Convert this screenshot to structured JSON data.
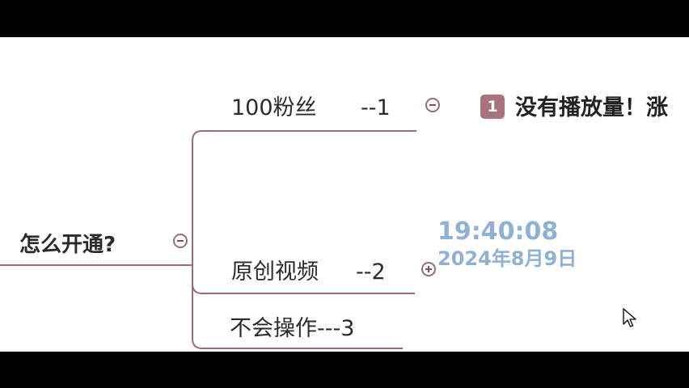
{
  "mindmap": {
    "root": {
      "label": "怎么开通?"
    },
    "branches": [
      {
        "label": "100粉丝",
        "suffix": "--1"
      },
      {
        "label": "原创视频",
        "suffix": "--2"
      },
      {
        "label": "不会操作---3"
      }
    ],
    "topic": {
      "badge": "1",
      "text": "没有播放量！涨"
    }
  },
  "clock": {
    "time": "19:40:08",
    "date": "2024年8月9日"
  },
  "colors": {
    "connector": "#9b6b79",
    "badge": "#a8737f",
    "clock": "#8fb1d6"
  },
  "icons": [
    "collapse-icon",
    "expand-icon",
    "mouse-cursor-icon"
  ]
}
